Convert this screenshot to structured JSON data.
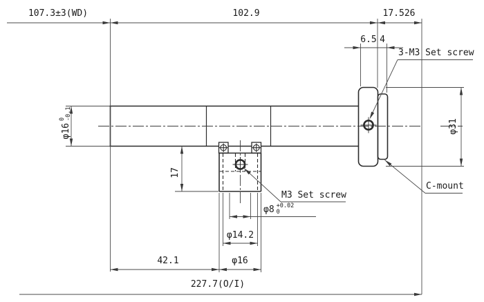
{
  "drawing": {
    "type": "technical-dimension-drawing",
    "component": "telecentric-lens-with-c-mount",
    "background_color": "#ffffff",
    "object_line_color": "#2b2b2b",
    "dimension_line_color": "#4a4a4a",
    "units": "mm"
  },
  "labels": {
    "working_distance": "107.3±3(WD)",
    "dim_102_9": "102.9",
    "dim_17_526": "17.526",
    "dim_6_5": "6.5",
    "dim_4": "4",
    "set_screw_3m3": "3-M3 Set screw",
    "dia_31": "φ31",
    "c_mount": "C-mount",
    "dia_16_left_main": "φ16",
    "dia_16_left_tol_upper": "0",
    "dia_16_left_tol_lower": "-0.1",
    "dim_17": "17",
    "set_screw_m3": "M3 Set screw",
    "dia_8_main": "φ8",
    "dia_8_tol_upper": "+0.02",
    "dia_8_tol_lower": "0",
    "dia_14_2": "φ14.2",
    "dim_42_1": "42.1",
    "dia_16_bottom": "φ16",
    "overall_o_i": "227.7(O/I)"
  },
  "dimensions_mm": {
    "working_distance": "107.3±3",
    "barrel_length": "102.9",
    "flange_to_image": "17.526",
    "mount_width": "6.5",
    "c_mount_flange_width": "4",
    "mount_outer_diameter": "31",
    "barrel_diameter": "16 (0/-0.1)",
    "post_block_height": "17",
    "post_bore_diameter": "8 (+0.02/0)",
    "post_counterbore_diameter": "14.2",
    "post_outer_diameter": "16",
    "front_to_post_center": "42.1",
    "object_to_image": "227.7"
  }
}
